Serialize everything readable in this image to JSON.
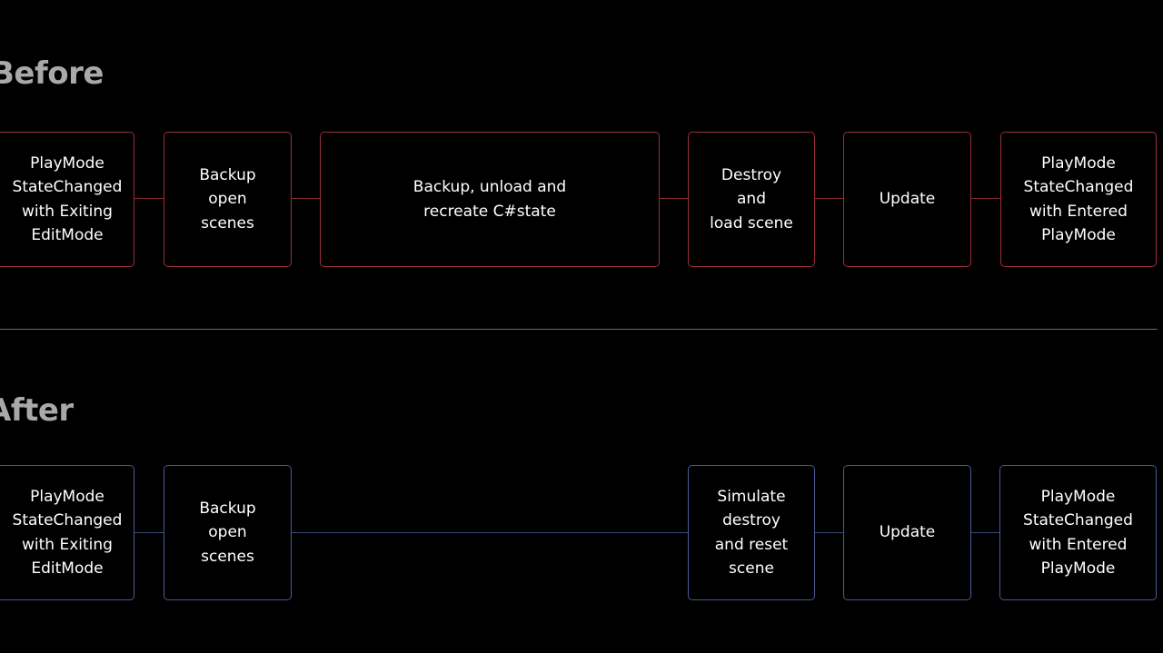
{
  "before": {
    "heading": "Before",
    "steps": [
      {
        "label": "PlayMode\nStateChanged\nwith Exiting\nEditMode"
      },
      {
        "label": "Backup\nopen\nscenes"
      },
      {
        "label": "Backup, unload and\nrecreate C#state"
      },
      {
        "label": "Destroy\nand\nload scene"
      },
      {
        "label": "Update"
      },
      {
        "label": "PlayMode\nStateChanged\nwith Entered\nPlayMode"
      }
    ]
  },
  "after": {
    "heading": "After",
    "steps": [
      {
        "label": "PlayMode\nStateChanged\nwith Exiting\nEditMode"
      },
      {
        "label": "Backup\nopen\nscenes"
      },
      {
        "label": "Simulate\ndestroy\nand reset\nscene"
      },
      {
        "label": "Update"
      },
      {
        "label": "PlayMode\nStateChanged\nwith Entered\nPlayMode"
      }
    ]
  },
  "colors": {
    "background": "#000000",
    "before_border": "#9b2f3c",
    "after_border": "#4a5a94",
    "heading_text": "#a9a9a9",
    "divider": "#6e6e6e"
  }
}
